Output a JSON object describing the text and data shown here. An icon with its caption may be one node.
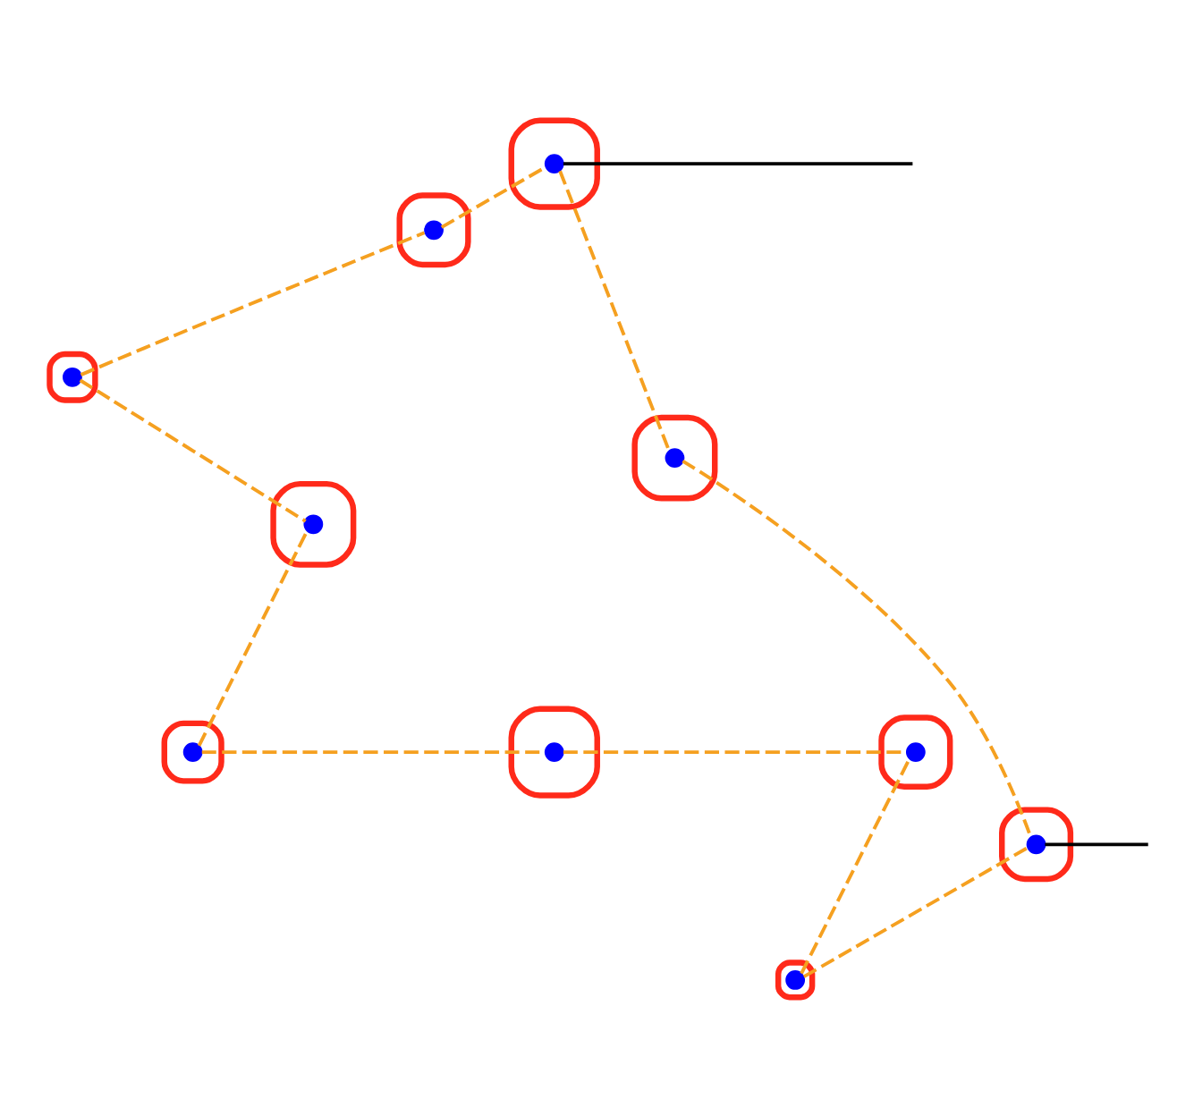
{
  "diagram": {
    "nodes": [
      {
        "text": [],
        "shape": "box"
      },
      {
        "text": [],
        "shape": "circle",
        "in": 0
      },
      {
        "text": [],
        "shape": "box"
      },
      {
        "text": [],
        "shape": "circle",
        "in": 2
      },
      {
        "text": [],
        "shape": "box"
      },
      {
        "text": [],
        "shape": "circle",
        "in": 4
      },
      {
        "text": [],
        "shape": "box"
      },
      {
        "text": [],
        "shape": "circle",
        "in": 6
      },
      {
        "text": [],
        "shape": "box"
      },
      {
        "text": [],
        "shape": "circle",
        "in": 8
      },
      {
        "text": [],
        "shape": "box"
      },
      {
        "text": [],
        "shape": "circle",
        "in": 10
      },
      {
        "text": [],
        "shape": "box"
      },
      {
        "text": [],
        "shape": "circle",
        "in": 12
      },
      {
        "text": [],
        "shape": "box"
      },
      {
        "text": [],
        "shape": "circle",
        "in": 14
      },
      {
        "text": [],
        "shape": "box"
      },
      {
        "text": [],
        "shape": "circle",
        "in": 16
      },
      {
        "text": [],
        "shape": "box"
      },
      {
        "text": [],
        "shape": "circle",
        "in": 18
      }
    ],
    "edges": [
      {
        "from": 5,
        "to": 1,
        "arrow": "none",
        "style": "dashed"
      },
      {
        "from": 1,
        "to": 7,
        "arrow": "none",
        "style": "dashed"
      },
      {
        "from": 1,
        "to": null,
        "arrow": "none",
        "color": "#000000"
      },
      {
        "from": 3,
        "to": 11,
        "arrow": "none",
        "style": "dashed"
      },
      {
        "from": 3,
        "to": 5,
        "arrow": "none",
        "style": "dashed"
      },
      {
        "from": 7,
        "to": 9,
        "arrow": "none",
        "style": "dashed"
      },
      {
        "from": 9,
        "to": null,
        "arrow": "none",
        "color": "#000000"
      },
      {
        "from": 13,
        "to": 19,
        "arrow": "none",
        "style": "dashed"
      },
      {
        "from": 13,
        "to": 9,
        "arrow": "none",
        "style": "dashed"
      },
      {
        "from": 17,
        "to": 15,
        "arrow": "none",
        "style": "dashed"
      },
      {
        "from": 17,
        "to": 11,
        "arrow": "none",
        "style": "dashed"
      },
      {
        "from": 15,
        "to": 19,
        "arrow": "none",
        "style": "dashed"
      }
    ]
  }
}
